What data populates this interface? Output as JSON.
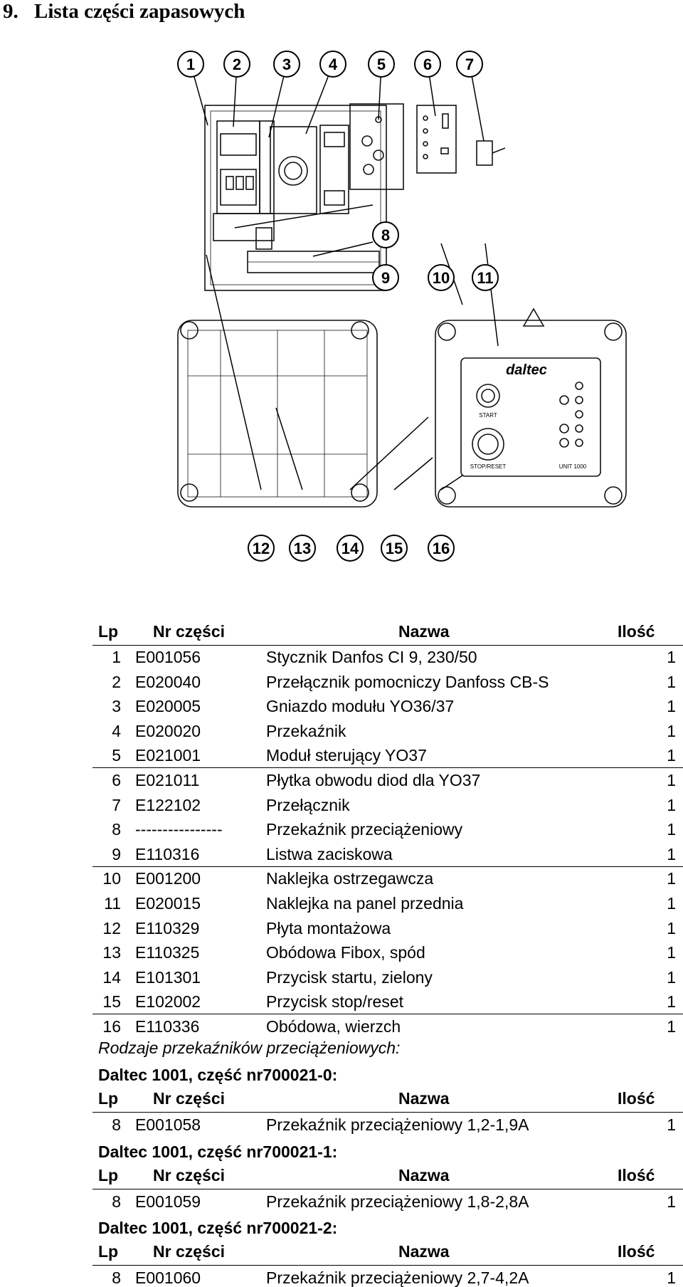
{
  "heading": {
    "number": "9.",
    "title": "Lista części zapasowych"
  },
  "figure": {
    "callouts": [
      "1",
      "2",
      "3",
      "4",
      "5",
      "6",
      "7",
      "8",
      "9",
      "10",
      "11",
      "12",
      "13",
      "14",
      "15",
      "16"
    ],
    "panel_brand": "daltec",
    "panel_labels": {
      "start": "START",
      "stop": "STOP/RESET",
      "unit": "UNIT 1000"
    }
  },
  "table": {
    "headers": {
      "lp": "Lp",
      "nr": "Nr części",
      "name": "Nazwa",
      "qty": "Ilość"
    },
    "rows": [
      {
        "lp": "1",
        "nr": "E001056",
        "name": "Stycznik Danfos CI 9, 230/50",
        "qty": "1"
      },
      {
        "lp": "2",
        "nr": "E020040",
        "name": "Przełącznik pomocniczy Danfoss CB-S",
        "qty": "1"
      },
      {
        "lp": "3",
        "nr": "E020005",
        "name": "Gniazdo modułu YO36/37",
        "qty": "1"
      },
      {
        "lp": "4",
        "nr": "E020020",
        "name": "Przekaźnik",
        "qty": "1"
      },
      {
        "lp": "5",
        "nr": "E021001",
        "name": "Moduł sterujący YO37",
        "qty": "1"
      },
      {
        "lp": "6",
        "nr": "E021011",
        "name": "Płytka obwodu diod dla YO37",
        "qty": "1"
      },
      {
        "lp": "7",
        "nr": "E122102",
        "name": "Przełącznik",
        "qty": "1"
      },
      {
        "lp": "8",
        "nr": "----------------",
        "name": "Przekaźnik przeciążeniowy",
        "qty": "1"
      },
      {
        "lp": "9",
        "nr": "E110316",
        "name": "Listwa zaciskowa",
        "qty": "1"
      },
      {
        "lp": "10",
        "nr": "E001200",
        "name": "Naklejka ostrzegawcza",
        "qty": "1"
      },
      {
        "lp": "11",
        "nr": "E020015",
        "name": "Naklejka na panel przednia",
        "qty": "1"
      },
      {
        "lp": "12",
        "nr": "E110329",
        "name": "Płyta montażowa",
        "qty": "1"
      },
      {
        "lp": "13",
        "nr": "E110325",
        "name": "Obódowa Fibox, spód",
        "qty": "1"
      },
      {
        "lp": "14",
        "nr": "E101301",
        "name": "Przycisk startu, zielony",
        "qty": "1"
      },
      {
        "lp": "15",
        "nr": "E102002",
        "name": "Przycisk stop/reset",
        "qty": "1"
      },
      {
        "lp": "16",
        "nr": "E110336",
        "name": "Obódowa, wierzch",
        "qty": "1"
      }
    ]
  },
  "relay_note": "Rodzaje przekaźników przeciążeniowych:",
  "relay_sections": [
    {
      "title": "Daltec 1001, część nr700021-0:",
      "row": {
        "lp": "8",
        "nr": "E001058",
        "name": "Przekaźnik przeciążeniowy 1,2-1,9A",
        "qty": "1"
      }
    },
    {
      "title": "Daltec 1001, część nr700021-1:",
      "row": {
        "lp": "8",
        "nr": "E001059",
        "name": "Przekaźnik przeciążeniowy 1,8-2,8A",
        "qty": "1"
      }
    },
    {
      "title": "Daltec 1001, część nr700021-2:",
      "row": {
        "lp": "8",
        "nr": "E001060",
        "name": "Przekaźnik przeciążeniowy 2,7-4,2A",
        "qty": "1"
      }
    }
  ]
}
